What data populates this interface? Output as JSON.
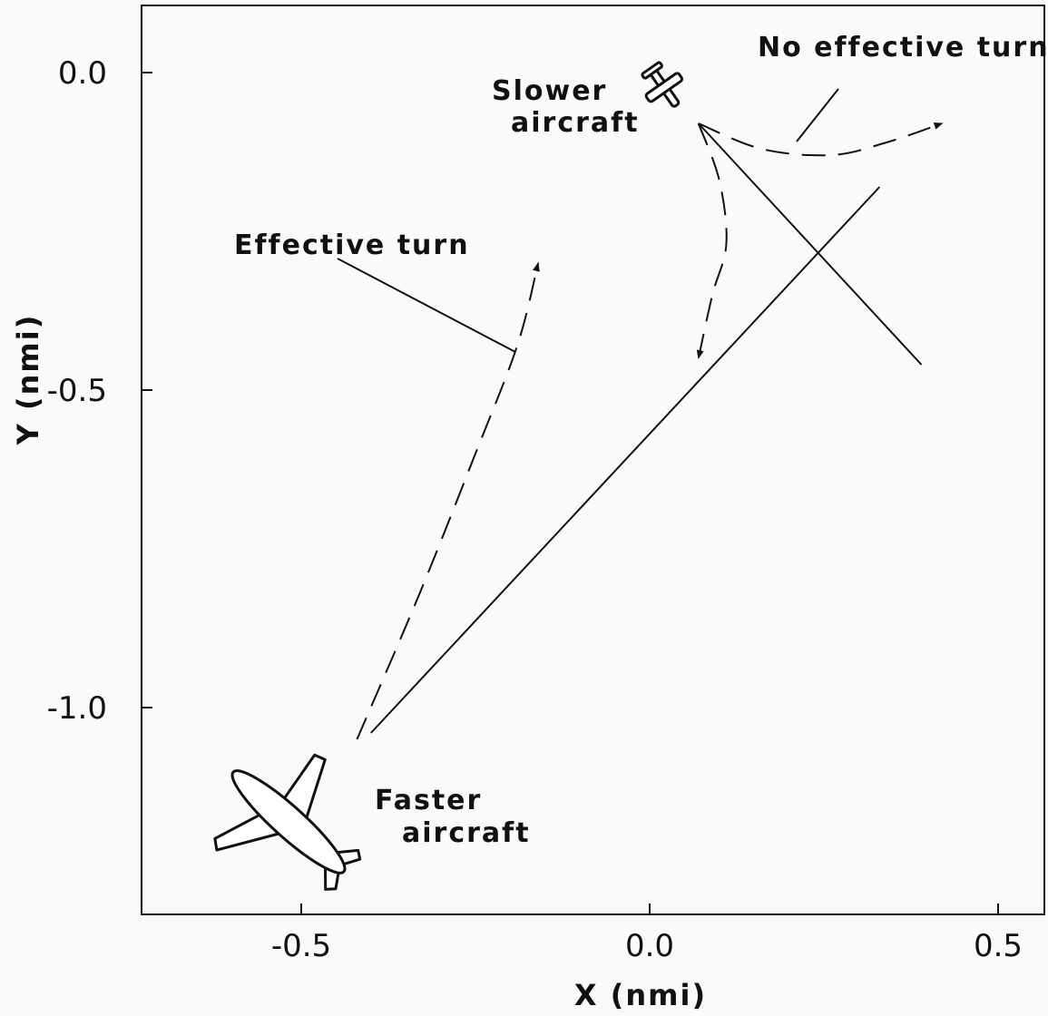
{
  "chart_data": {
    "type": "line",
    "xlabel": "X (nmi)",
    "ylabel": "Y (nmi)",
    "xlim": [
      -0.73,
      0.58
    ],
    "ylim": [
      -1.33,
      0.1
    ],
    "x_ticks": [
      -0.5,
      0.0,
      0.5
    ],
    "x_tick_labels": [
      "-0.5",
      "0.0",
      "0.5"
    ],
    "y_ticks": [
      0.0,
      -0.5,
      -1.0
    ],
    "y_tick_labels": [
      "0.0",
      "-0.5",
      "-1.0"
    ],
    "grid": false,
    "series": [
      {
        "style": "solid",
        "x": [
          -0.4,
          0.33
        ],
        "y": [
          -1.04,
          -0.18
        ]
      },
      {
        "style": "solid",
        "x": [
          0.07,
          0.39
        ],
        "y": [
          -0.08,
          -0.46
        ]
      },
      {
        "style": "dashed",
        "x": [
          -0.42,
          -0.33,
          -0.25,
          -0.19,
          -0.16
        ],
        "y": [
          -1.05,
          -0.82,
          -0.6,
          -0.43,
          -0.3
        ],
        "arrow": true
      },
      {
        "style": "dashed",
        "x": [
          0.07,
          0.1,
          0.11,
          0.09,
          0.07
        ],
        "y": [
          -0.08,
          -0.17,
          -0.27,
          -0.35,
          -0.45
        ],
        "arrow": true
      },
      {
        "style": "dashed",
        "x": [
          0.07,
          0.16,
          0.26,
          0.34,
          0.42
        ],
        "y": [
          -0.08,
          -0.12,
          -0.13,
          -0.11,
          -0.08
        ],
        "arrow": true
      }
    ],
    "annotations": {
      "effective_turn": "Effective turn",
      "no_effective_turn": "No effective turn",
      "slower_line1": "Slower",
      "slower_line2": "aircraft",
      "faster_line1": "Faster",
      "faster_line2": "aircraft"
    },
    "icons": [
      "slower-aircraft-icon",
      "faster-aircraft-icon"
    ]
  }
}
